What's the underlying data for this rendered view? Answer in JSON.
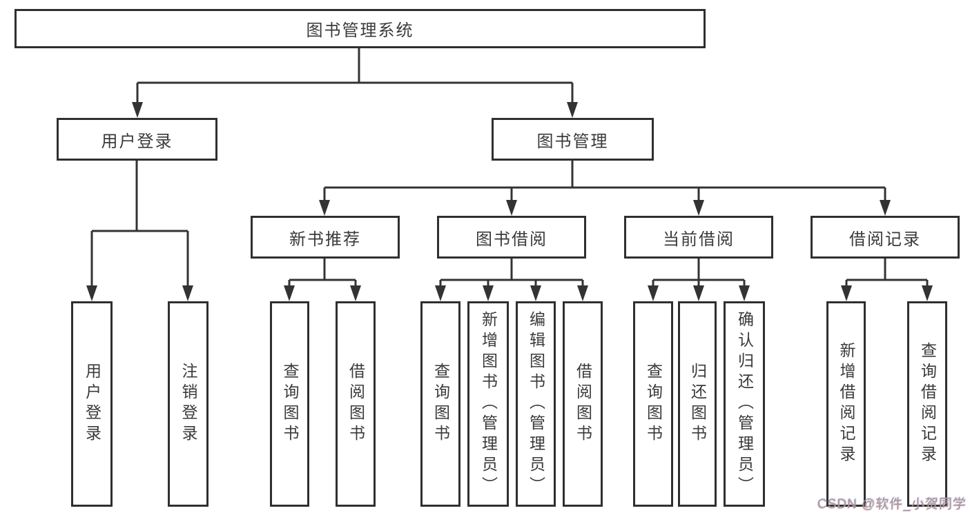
{
  "tree": {
    "root": "图书管理系统",
    "children": [
      {
        "label": "用户登录",
        "children": [
          "用户登录",
          "注销登录"
        ]
      },
      {
        "label": "图书管理",
        "children": [
          {
            "label": "新书推荐",
            "children": [
              "查询图书",
              "借阅图书"
            ]
          },
          {
            "label": "图书借阅",
            "children": [
              "查询图书",
              "新增图书（管理员）",
              "编辑图书（管理员）",
              "借阅图书"
            ]
          },
          {
            "label": "当前借阅",
            "children": [
              "查询图书",
              "归还图书",
              "确认归还（管理员）"
            ]
          },
          {
            "label": "借阅记录",
            "children": [
              "新增借阅记录",
              "查询借阅记录"
            ]
          }
        ]
      }
    ]
  },
  "watermark": {
    "text": "CSDN @软件_小贺同学"
  },
  "colors": {
    "line": "#333333",
    "box_border": "#2f2f2f",
    "text": "#3a3a3a",
    "watermark": "#9b9b9b",
    "background": "#ffffff"
  }
}
